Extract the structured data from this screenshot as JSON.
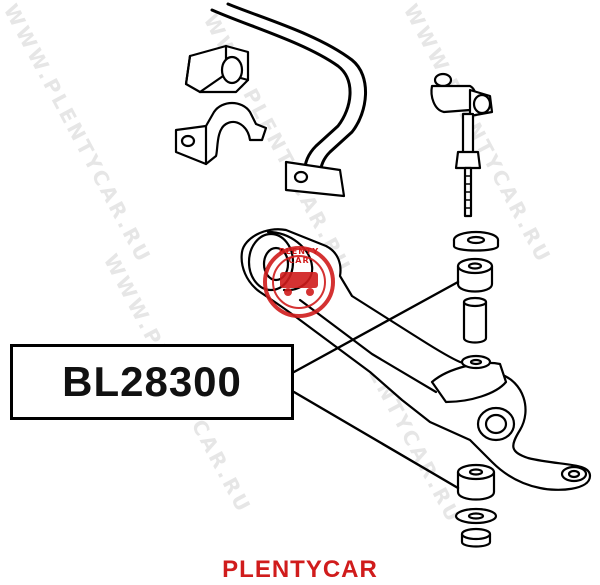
{
  "diagram": {
    "part_number": "BL28300",
    "watermark_text": "WWW.PLENTYCAR.RU",
    "logo_text": "PLENTY CAR",
    "footer_brand": "PLENTYCAR"
  },
  "colors": {
    "line": "#000000",
    "brand_red": "#d01c1c",
    "watermark": "#e6e6e6"
  }
}
